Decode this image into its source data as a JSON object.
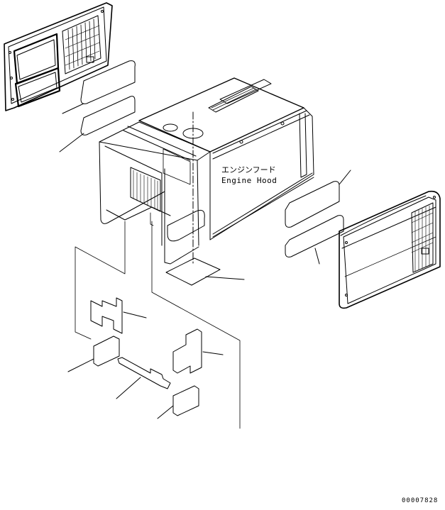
{
  "labels": {
    "hood_jp": "エンジンフード",
    "hood_en": "Engine Hood",
    "drawing_code": "00007828"
  },
  "colors": {
    "line": "#000000",
    "background": "#ffffff"
  }
}
